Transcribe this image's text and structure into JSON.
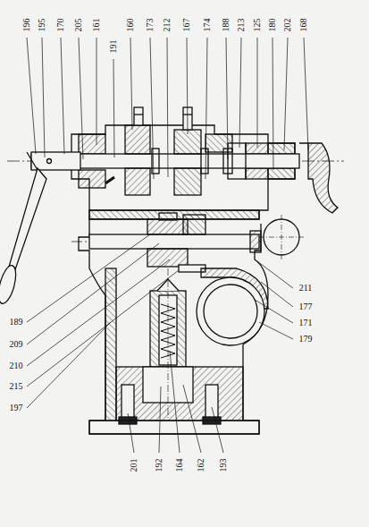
{
  "diagram": {
    "labels": [
      "196",
      "195",
      "170",
      "205",
      "161",
      "160",
      "191",
      "173",
      "212",
      "167",
      "174",
      "188",
      "213",
      "125",
      "180",
      "202",
      "168",
      "211",
      "177",
      "171",
      "179",
      "189",
      "209",
      "210",
      "215",
      "197",
      "201",
      "192",
      "164",
      "162",
      "193"
    ]
  }
}
